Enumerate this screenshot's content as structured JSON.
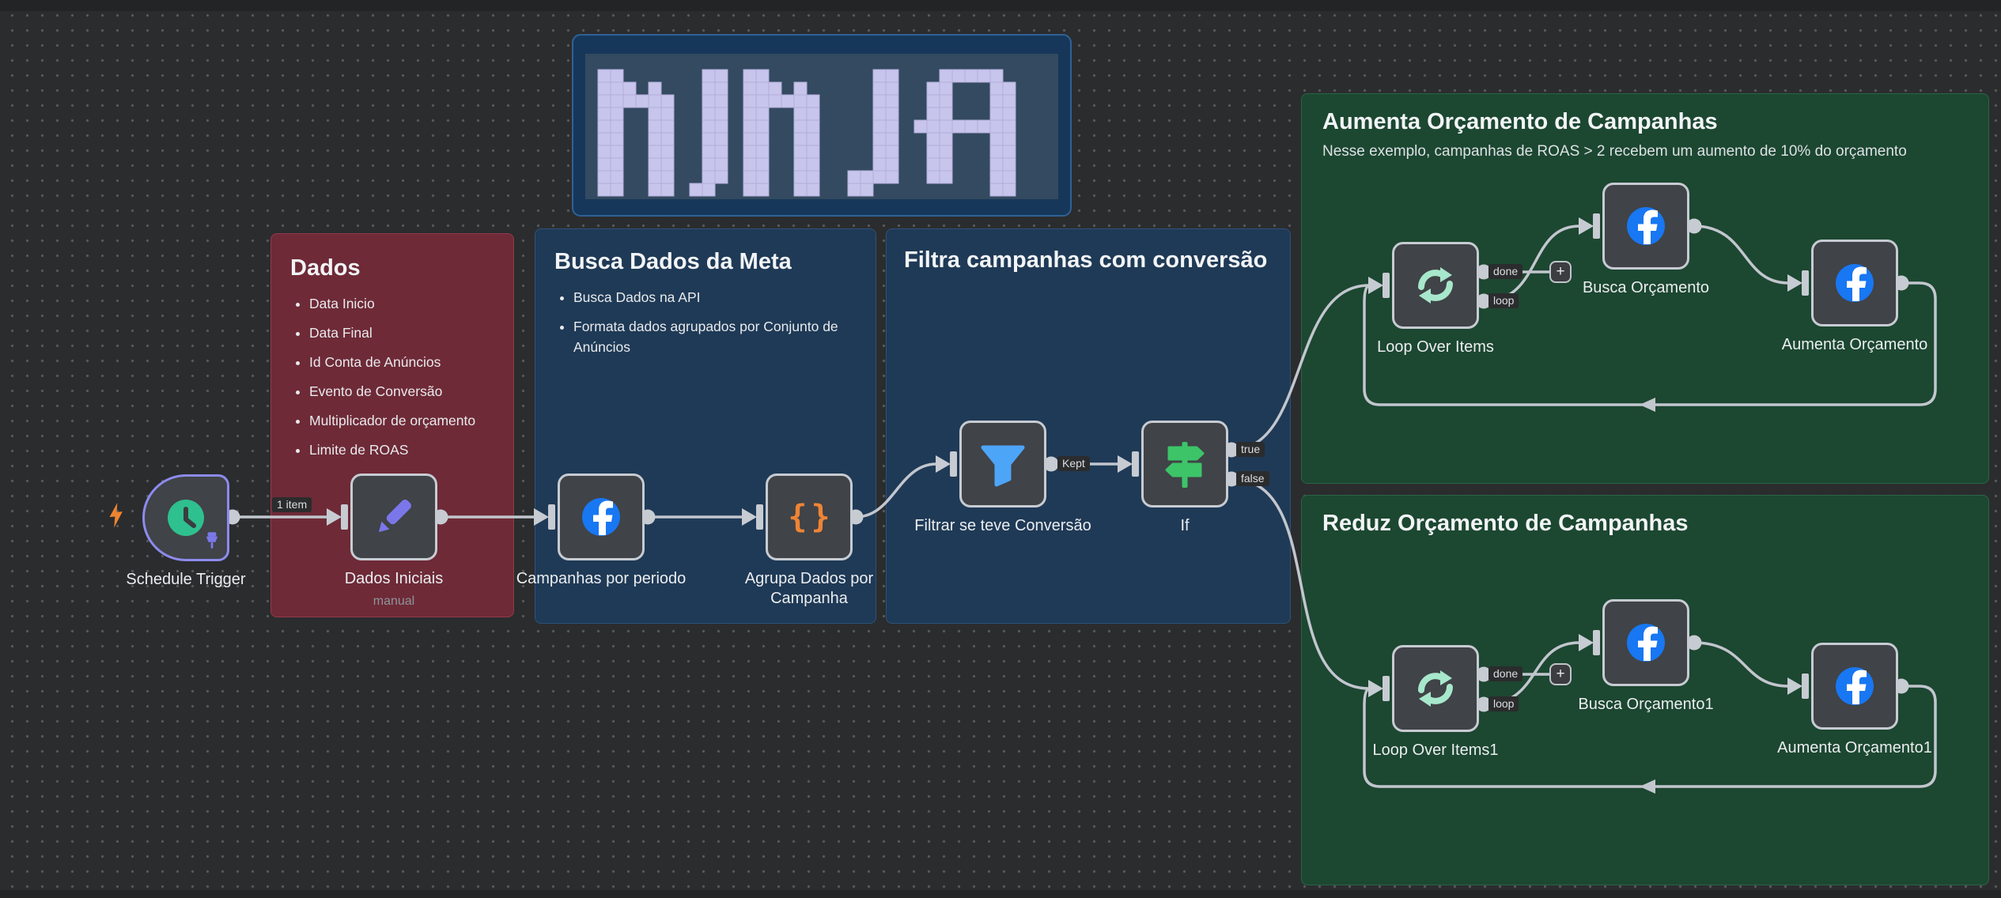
{
  "logo": {
    "text": "NINJA"
  },
  "stickies": {
    "dados": {
      "title": "Dados",
      "bullets": [
        "Data Inicio",
        "Data Final",
        "Id Conta de Anúncios",
        "Evento de Conversão",
        "Multiplicador de orçamento",
        "Limite de ROAS"
      ]
    },
    "busca_meta": {
      "title": "Busca Dados da Meta",
      "bullets": [
        "Busca Dados na API",
        "Formata dados agrupados por Conjunto de Anúncios"
      ]
    },
    "filtra": {
      "title": "Filtra campanhas com conversão"
    },
    "aumenta": {
      "title": "Aumenta Orçamento de Campanhas",
      "subtitle": "Nesse exemplo, campanhas de ROAS > 2 recebem um aumento de 10% do orçamento"
    },
    "reduz": {
      "title": "Reduz Orçamento de Campanhas"
    }
  },
  "nodes": {
    "schedule": {
      "label": "Schedule Trigger"
    },
    "dados_iniciais": {
      "label": "Dados Iniciais",
      "sublabel": "manual"
    },
    "campanhas": {
      "label": "Campanhas por periodo"
    },
    "agrupa": {
      "label": "Agrupa Dados por Campanha"
    },
    "filtrar": {
      "label": "Filtrar se teve Conversão"
    },
    "if_node": {
      "label": "If"
    },
    "loop": {
      "label": "Loop Over Items"
    },
    "busca_orcamento": {
      "label": "Busca Orçamento"
    },
    "aumenta_orcamento": {
      "label": "Aumenta Orçamento"
    },
    "loop1": {
      "label": "Loop Over Items1"
    },
    "busca_orcamento1": {
      "label": "Busca Orçamento1"
    },
    "aumenta_orcamento1": {
      "label": "Aumenta Orçamento1"
    }
  },
  "connection_labels": {
    "one_item": "1 item",
    "kept": "Kept",
    "true_label": "true",
    "false_label": "false",
    "done": "done",
    "loop": "loop",
    "plus": "+"
  },
  "icons": {
    "code_glyph": "{}"
  },
  "colors": {
    "canvas": "#2b2c2e",
    "wire": "#c2c6ce",
    "node_body": "#404347",
    "node_border": "#c7cbd2",
    "trigger_border": "#8d8bee",
    "sticky_red": "#6e2a37",
    "sticky_blue": "#1f3a56",
    "sticky_green": "#1c4731",
    "facebook_blue": "#1877f2",
    "clock_green": "#2fc08f",
    "code_orange": "#ee8435",
    "filter_blue": "#4da5f8",
    "if_green": "#3dc468",
    "loop_mint": "#a7e7cb",
    "pencil_purple": "#7b77ea",
    "bolt_orange": "#ef8430",
    "logo_pixel": "#c8c5ec",
    "logo_bg": "#334a60"
  }
}
